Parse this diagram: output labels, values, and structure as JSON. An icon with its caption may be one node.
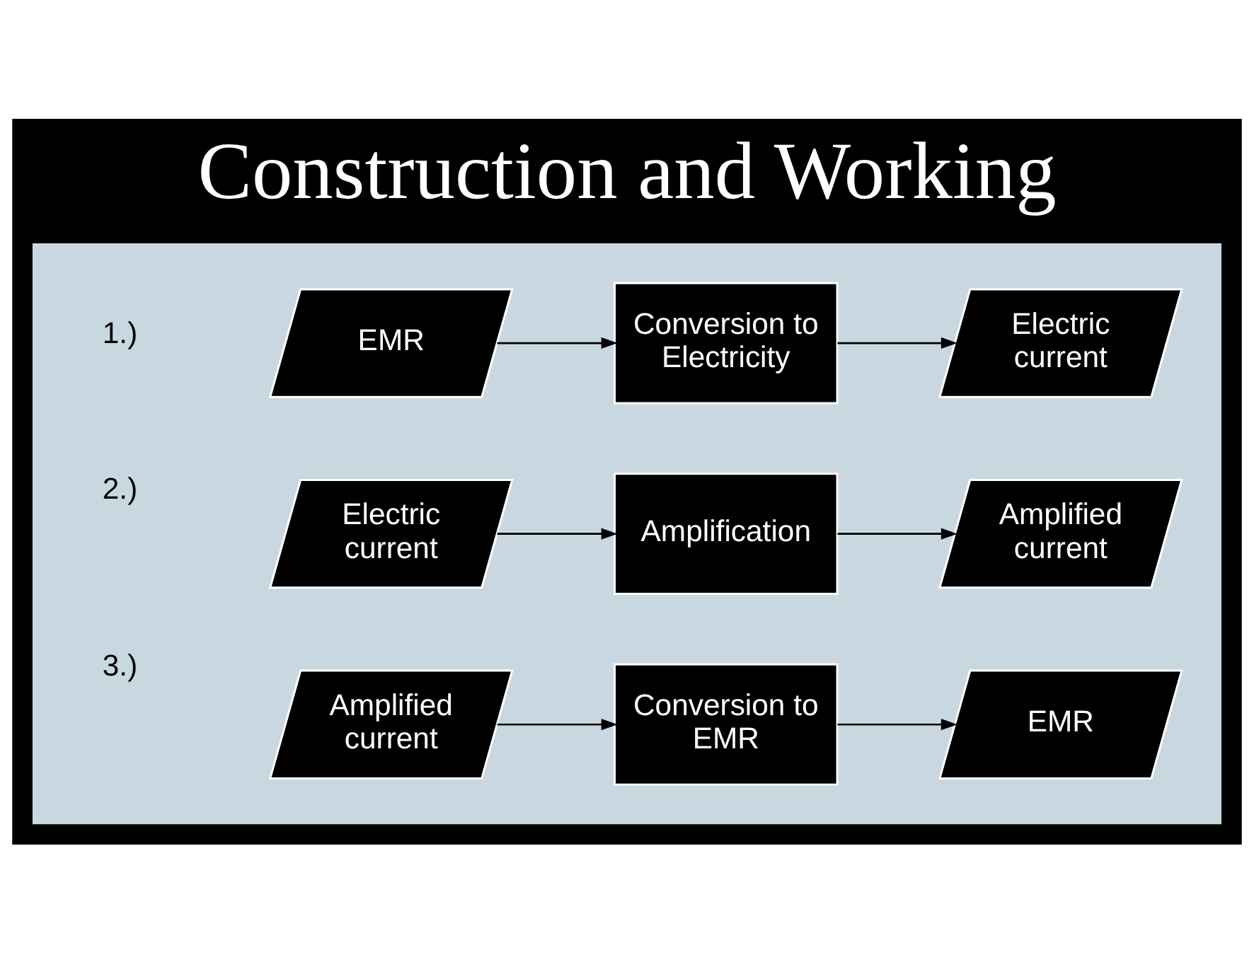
{
  "diagram": {
    "title": "Construction and Working",
    "nodes": [
      {
        "text": [],
        "shape": "box"
      },
      {
        "text": [
          "EMR"
        ],
        "in": 0
      },
      {
        "text": [
          "Conversion to Electricity"
        ],
        "in": 0
      },
      {
        "text": [
          "Electric current"
        ],
        "in": 0
      },
      {
        "text": [
          "Electric current"
        ],
        "in": 0
      },
      {
        "text": [
          "Amplification"
        ],
        "in": 0
      },
      {
        "text": [
          "Amplified current"
        ],
        "in": 0
      },
      {
        "text": [
          "Amplified current"
        ],
        "in": 0
      },
      {
        "text": [
          "Conversion to EMR"
        ],
        "in": 0
      },
      {
        "text": [
          "EMR"
        ],
        "in": 0
      }
    ],
    "edges": [
      {
        "from": 1,
        "to": 2,
        "arrow": "to"
      },
      {
        "from": 2,
        "to": 3,
        "arrow": "to"
      },
      {
        "from": 4,
        "to": 5,
        "arrow": "to"
      },
      {
        "from": 5,
        "to": 6,
        "arrow": "to"
      },
      {
        "from": 7,
        "to": 8,
        "arrow": "to"
      },
      {
        "from": 8,
        "to": 9,
        "arrow": "to"
      }
    ],
    "labels": [
      "1.)",
      "2.)",
      "3.)"
    ]
  }
}
